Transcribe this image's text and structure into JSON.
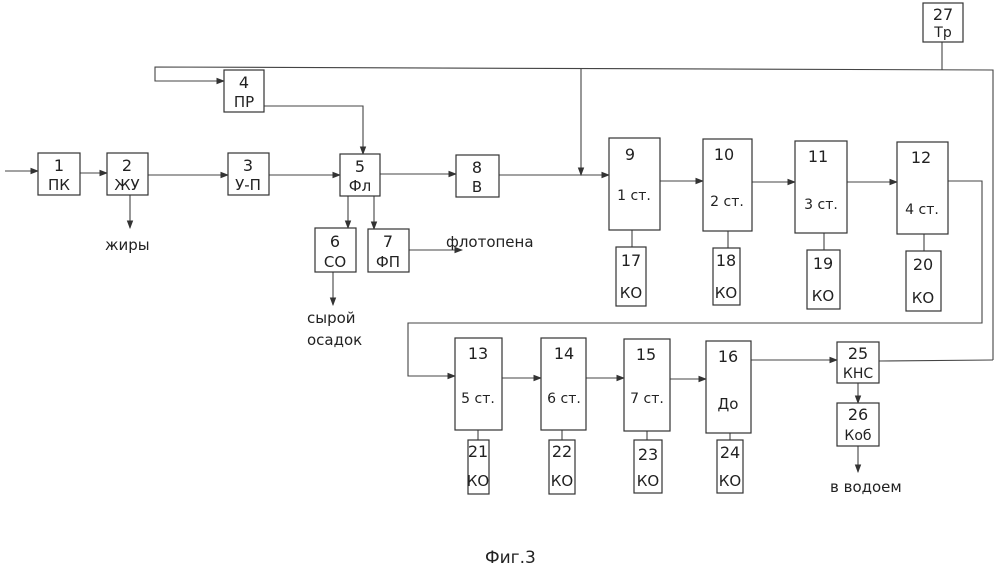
{
  "blocks": {
    "b1": {
      "num": "1",
      "label": "ПК"
    },
    "b2": {
      "num": "2",
      "label": "ЖУ"
    },
    "b3": {
      "num": "3",
      "label": "У-П"
    },
    "b4": {
      "num": "4",
      "label": "ПР"
    },
    "b5": {
      "num": "5",
      "label": "Фл"
    },
    "b6": {
      "num": "6",
      "label": "СО"
    },
    "b7": {
      "num": "7",
      "label": "ФП"
    },
    "b8": {
      "num": "8",
      "label": "В"
    },
    "b9": {
      "num": "9",
      "label": "1 ст."
    },
    "b10": {
      "num": "10",
      "label": "2 ст."
    },
    "b11": {
      "num": "11",
      "label": "3 ст."
    },
    "b12": {
      "num": "12",
      "label": "4 ст."
    },
    "b13": {
      "num": "13",
      "label": "5 ст."
    },
    "b14": {
      "num": "14",
      "label": "6 ст."
    },
    "b15": {
      "num": "15",
      "label": "7 ст."
    },
    "b16": {
      "num": "16",
      "label": "До"
    },
    "b17": {
      "num": "17",
      "label": "КО"
    },
    "b18": {
      "num": "18",
      "label": "КО"
    },
    "b19": {
      "num": "19",
      "label": "КО"
    },
    "b20": {
      "num": "20",
      "label": "КО"
    },
    "b21": {
      "num": "21",
      "label": "КО"
    },
    "b22": {
      "num": "22",
      "label": "КО"
    },
    "b23": {
      "num": "23",
      "label": "КО"
    },
    "b24": {
      "num": "24",
      "label": "КО"
    },
    "b25": {
      "num": "25",
      "label": "КНС"
    },
    "b26": {
      "num": "26",
      "label": "Коб"
    },
    "b27": {
      "num": "27",
      "label": "Тр"
    }
  },
  "outputs": {
    "fats": "жиры",
    "sludge_line1": "сырой",
    "sludge_line2": "осадок",
    "froth": "флотопена",
    "to_water": "в водоем"
  },
  "caption": "Фиг.3"
}
